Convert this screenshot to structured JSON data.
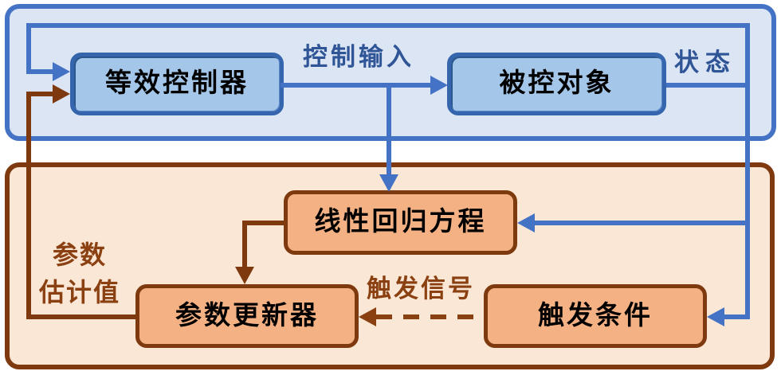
{
  "diagram": {
    "type": "control-block-diagram",
    "top_group": {
      "boxes": {
        "controller": {
          "label": "等效控制器"
        },
        "plant": {
          "label": "被控对象"
        }
      },
      "signal_labels": {
        "control_input": "控制输入",
        "state": "状态"
      }
    },
    "bottom_group": {
      "boxes": {
        "regression": {
          "label": "线性回归方程"
        },
        "updater": {
          "label": "参数更新器"
        },
        "trigger": {
          "label": "触发条件"
        }
      },
      "signal_labels": {
        "param_estimate_line1": "参数",
        "param_estimate_line2": "估计值",
        "trigger_signal": "触发信号"
      }
    },
    "colors": {
      "blue_line": "#4472C4",
      "blue_box_fill": "#A4C6E9",
      "blue_box_border": "#3465AD",
      "blue_panel_fill": "#DBE5F4",
      "blue_label_text": "#2F5597",
      "brown_line": "#7E3A0E",
      "brown_label_text": "#8B4012",
      "orange_box_fill": "#F4B183",
      "orange_panel_fill": "#FBE7D5",
      "box_text": "#000000",
      "background": "#FFFFFF"
    }
  }
}
